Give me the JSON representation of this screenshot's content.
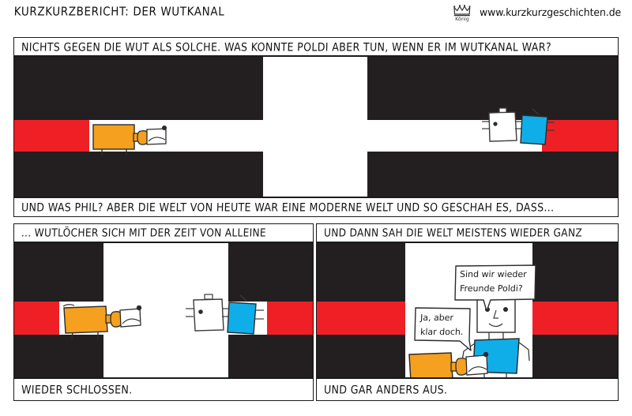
{
  "header": {
    "title": "KURZKURZBERICHT: DER WUTKANAL",
    "url": "www.kurzkurzgeschichten.de",
    "logo_icon": "crown-icon",
    "logo_label": "König"
  },
  "captions": {
    "top": "NICHTS GEGEN DIE WUT ALS SOLCHE. WAS KONNTE POLDI ABER TUN, WENN ER IM WUTKANAL WAR?",
    "middle": "UND WAS PHIL? ABER DIE WELT VON HEUTE WAR EINE MODERNE WELT UND SO GESCHAH ES, DASS...",
    "row2_left_top": "... WUTLÖCHER SICH MIT DER ZEIT VON ALLEINE",
    "row2_right_top": "UND DANN SAH DIE WELT MEISTENS WIEDER GANZ",
    "row2_left_bottom": "WIEDER SCHLOSSEN.",
    "row2_right_bottom": "UND GAR ANDERS AUS."
  },
  "bubbles": {
    "phil_question": {
      "line1": "Sind wir wieder",
      "line2": "Freunde Poldi?"
    },
    "poldi_answer": {
      "line1": "Ja, aber",
      "line2": "klar doch."
    }
  },
  "characters": {
    "poldi": {
      "name": "Poldi",
      "color": "#f5a01e"
    },
    "phil": {
      "name": "Phil",
      "color": "#10aee8"
    }
  },
  "colors": {
    "black": "#231f20",
    "red": "#ee2026",
    "orange": "#f5a01e",
    "blue": "#10aee8",
    "white": "#ffffff",
    "ink": "#1a1a1a"
  }
}
